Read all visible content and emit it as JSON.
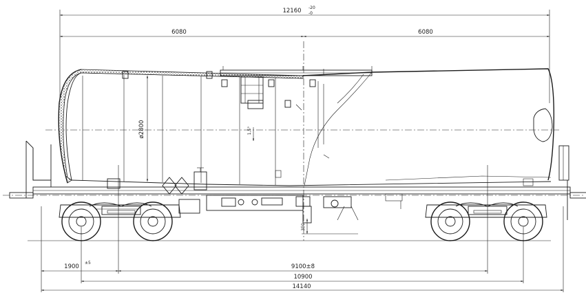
{
  "dimensions": {
    "overall_tank": "12160",
    "overall_tank_tol_upper": "-20",
    "overall_tank_tol_lower": "-0",
    "half_left": "6080",
    "half_right": "6080",
    "diameter": "ø2800",
    "slope": "1,5°",
    "bogie_offset": "1900",
    "bogie_offset_tol": "±5",
    "bogie_centers": "9100±8",
    "coupler_axis_span": "10900",
    "overall_length": "14140",
    "drain_height": "350"
  },
  "colors": {
    "line": "#1a1a1a",
    "background": "#ffffff"
  }
}
